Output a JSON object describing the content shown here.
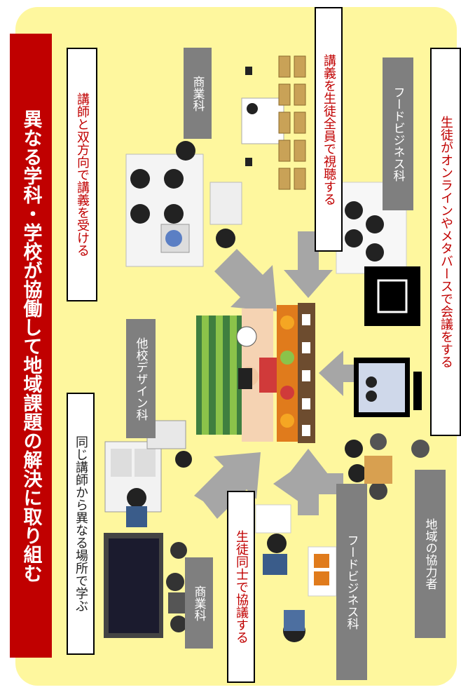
{
  "title": "異なる学科・学校が協働して地域課題の解決に取り組む",
  "labels": {
    "learn_same_teacher": "同じ講師から異なる場所で学ぶ",
    "commerce_1": "商業科",
    "discuss_students": "生徒同士で協議する",
    "food_business_1": "フードビジネス科",
    "other_school_design": "他校デザイン科",
    "two_way_lecture": "講師と双方向で講義を受ける",
    "commerce_2": "商業科",
    "all_students_watch": "講義を生徒全員で視聴する",
    "food_business_2": "フードビジネス科",
    "online_metaverse_meeting": "生徒がオンラインやメタバースで会議をする",
    "local_cooperators": "地域の協力者"
  },
  "colors": {
    "panel": "#fef79e",
    "title_bg": "#c00000",
    "red_text": "#c00000",
    "gray_box": "#7f7f7f",
    "arrow": "#a6a6a6"
  }
}
